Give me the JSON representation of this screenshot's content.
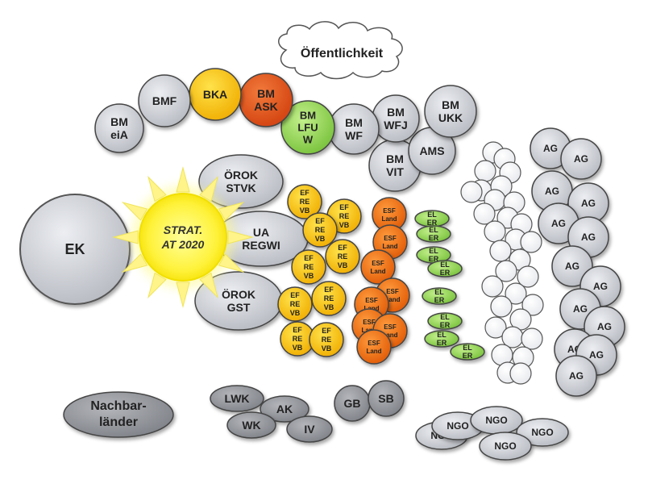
{
  "cloud": {
    "label": "Öffentlichkeit"
  },
  "sun": {
    "line1": "STRAT.",
    "line2": "AT 2020"
  },
  "colors": {
    "grey": "#c9cbd1",
    "dark_grey": "#8e9197",
    "yellow": "#f7c600",
    "orange": "#ec6a0f",
    "red_orange": "#e2541a",
    "green": "#8dd14f",
    "sun_yellow": "#fff34d"
  },
  "ministries": [
    {
      "id": "bmeia",
      "lines": [
        "BM",
        "eiA"
      ],
      "fill": "grey"
    },
    {
      "id": "bmf",
      "lines": [
        "BMF"
      ],
      "fill": "grey"
    },
    {
      "id": "bka",
      "lines": [
        "BKA"
      ],
      "fill": "yellow"
    },
    {
      "id": "bmask",
      "lines": [
        "BM",
        "ASK"
      ],
      "fill": "red_orange"
    },
    {
      "id": "bmlfuw",
      "lines": [
        "BM",
        "LFU",
        "W"
      ],
      "fill": "green"
    },
    {
      "id": "bmwf",
      "lines": [
        "BM",
        "WF"
      ],
      "fill": "grey"
    },
    {
      "id": "bmwfj",
      "lines": [
        "BM",
        "WFJ"
      ],
      "fill": "grey"
    },
    {
      "id": "bmukk",
      "lines": [
        "BM",
        "UKK"
      ],
      "fill": "grey"
    },
    {
      "id": "bmvit",
      "lines": [
        "BM",
        "VIT"
      ],
      "fill": "grey"
    },
    {
      "id": "ams",
      "lines": [
        "AMS"
      ],
      "fill": "grey"
    }
  ],
  "ek": {
    "label": "EK"
  },
  "ovals": [
    {
      "id": "orok-stvk",
      "lines": [
        "ÖROK",
        "STVK"
      ]
    },
    {
      "id": "ua-regwi",
      "lines": [
        "UA",
        "REGWI"
      ]
    },
    {
      "id": "orok-gst",
      "lines": [
        "ÖROK",
        "GST"
      ]
    }
  ],
  "efre": {
    "lines": [
      "EF",
      "RE",
      "VB"
    ]
  },
  "esf": {
    "lines": [
      "ESF",
      "Land"
    ]
  },
  "eler": {
    "lines": [
      "EL",
      "ER"
    ]
  },
  "ag": {
    "label": "AG"
  },
  "bottom": {
    "nachbar": [
      "Nachbar-",
      "länder"
    ],
    "lwk": "LWK",
    "ak": "AK",
    "wk": "WK",
    "iv": "IV",
    "gb": "GB",
    "sb": "SB",
    "ngo": "NGO"
  }
}
